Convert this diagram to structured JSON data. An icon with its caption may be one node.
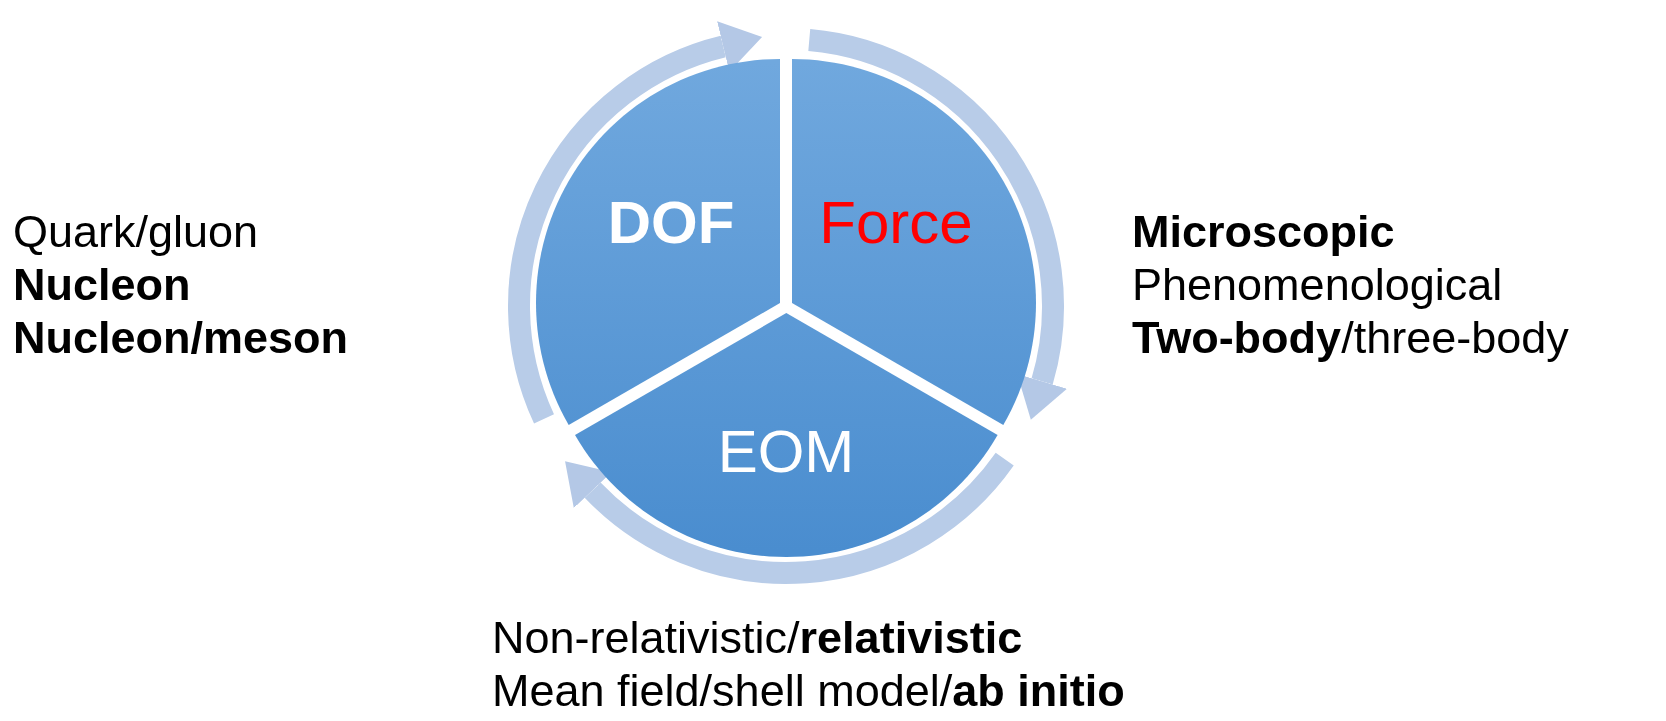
{
  "diagram": {
    "nodes": [
      {
        "text": [
          "DOF"
        ],
        "beside": [
          "Quark/gluon",
          "**Nucleon**",
          "**Nucleon/meson**"
        ]
      },
      {
        "text": [
          "Force"
        ],
        "beside": [
          "**Microscopic**",
          "Phenomenological",
          "**Two-body**/three-body"
        ]
      },
      {
        "text": [
          "EOM"
        ],
        "beside": [
          "Non-relativistic/**relativistic**",
          "Mean field/shell model/**ab initio**"
        ]
      }
    ],
    "edges": [
      {
        "from": 0,
        "to": 1,
        "arrow": "to"
      },
      {
        "from": 1,
        "to": 2,
        "arrow": "to"
      },
      {
        "from": 2,
        "to": 0,
        "arrow": "to"
      }
    ]
  }
}
